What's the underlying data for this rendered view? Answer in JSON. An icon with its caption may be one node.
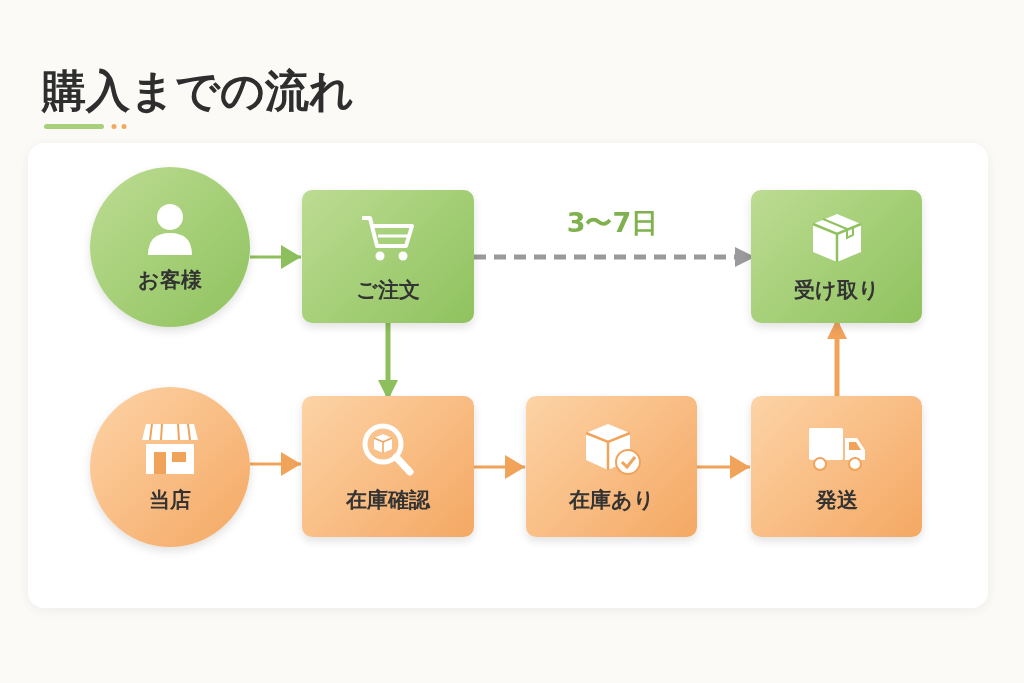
{
  "diagram": {
    "title": "購入までの流れ",
    "nodes": [
      {
        "text": [
          "お客様"
        ]
      },
      {
        "text": [
          "ご注文"
        ]
      },
      {
        "text": [
          "受け取り"
        ]
      },
      {
        "text": [
          "当店"
        ]
      },
      {
        "text": [
          "在庫確認"
        ]
      },
      {
        "text": [
          "在庫あり"
        ]
      },
      {
        "text": [
          "発送"
        ]
      }
    ],
    "edges": [
      {
        "from": 0,
        "to": 1,
        "arrow": "to",
        "color": "#8dc05c"
      },
      {
        "from": 1,
        "to": 2,
        "arrow": "to",
        "label": "3〜7日",
        "style": "dashed",
        "color": "#9a9a9a"
      },
      {
        "from": 1,
        "to": 4,
        "arrow": "to",
        "color": "#8dc05c"
      },
      {
        "from": 3,
        "to": 4,
        "arrow": "to"
      },
      {
        "from": 4,
        "to": 5,
        "arrow": "to"
      },
      {
        "from": 5,
        "to": 6,
        "arrow": "to"
      },
      {
        "from": 6,
        "to": 2,
        "arrow": "to"
      }
    ]
  }
}
